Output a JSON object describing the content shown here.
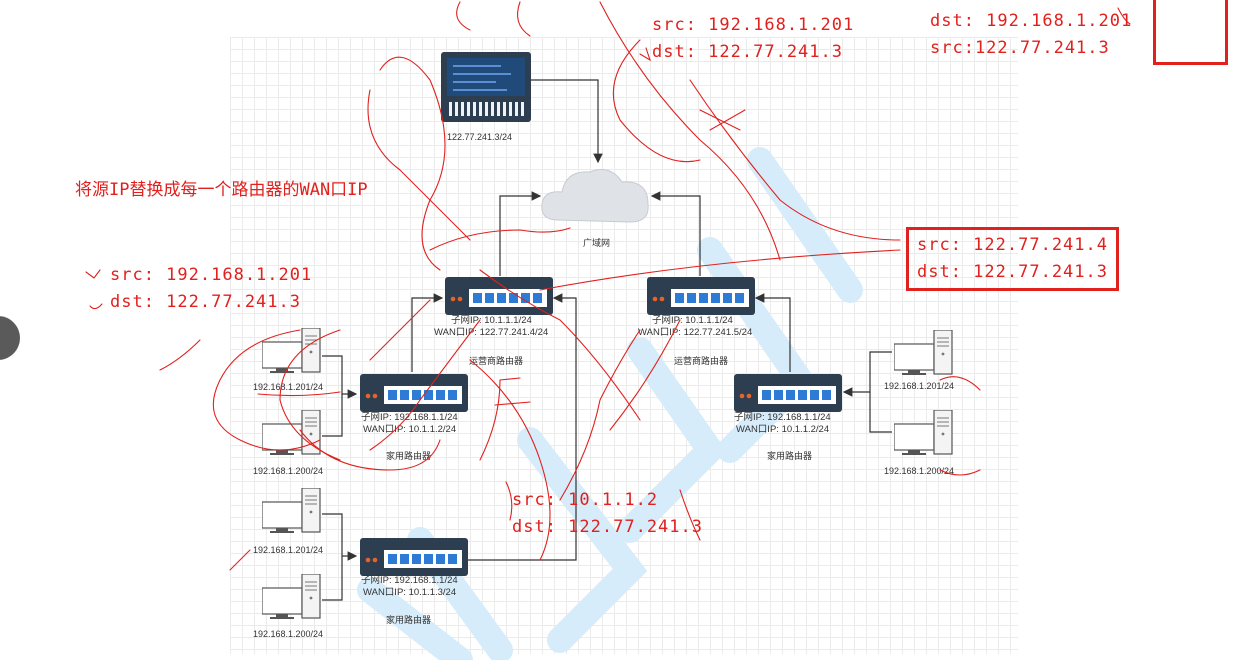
{
  "server": {
    "ip_label": "122.77.241.3/24"
  },
  "cloud": {
    "label": "广域网"
  },
  "isp_left": {
    "subnet": "子网IP:   10.1.1.1/24",
    "wan": "WAN口IP:  122.77.241.4/24",
    "label": "运营商路由器"
  },
  "isp_right": {
    "subnet": "子网IP:   10.1.1.1/24",
    "wan": "WAN口IP:  122.77.241.5/24",
    "label": "运营商路由器"
  },
  "home_left": {
    "subnet": "子网IP:   192.168.1.1/24",
    "wan": "WAN口IP:  10.1.1.2/24",
    "label": "家用路由器"
  },
  "home_right": {
    "subnet": "子网IP:   192.168.1.1/24",
    "wan": "WAN口IP:  10.1.1.2/24",
    "label": "家用路由器"
  },
  "home_bottom": {
    "subnet": "子网IP:   192.168.1.1/24",
    "wan": "WAN口IP:  10.1.1.3/24",
    "label": "家用路由器"
  },
  "pcs": {
    "pc_l1": "192.168.1.201/24",
    "pc_l2": "192.168.1.200/24",
    "pc_b1": "192.168.1.201/24",
    "pc_b2": "192.168.1.200/24",
    "pc_r1": "192.168.1.201/24",
    "pc_r2": "192.168.1.200/24"
  },
  "annotations": {
    "top_center": {
      "src": "src: 192.168.1.201",
      "dst": "dst: 122.77.241.3"
    },
    "top_right": {
      "dst": "dst: 192.168.1.201",
      "src": "src:122.77.241.3"
    },
    "title": "将源IP替换成每一个路由器的WAN口IP",
    "left": {
      "src": "src: 192.168.1.201",
      "dst": "dst: 122.77.241.3"
    },
    "right_boxed": {
      "src": "src: 122.77.241.4",
      "dst": "dst: 122.77.241.3"
    },
    "bottom": {
      "src": "src: 10.1.1.2",
      "dst": "dst: 122.77.241.3"
    }
  },
  "colors": {
    "annotation_red": "#e0211e",
    "router_body": "#2d3e50",
    "port_blue": "#2e7bd6",
    "watermark": "#d7ecfa"
  }
}
